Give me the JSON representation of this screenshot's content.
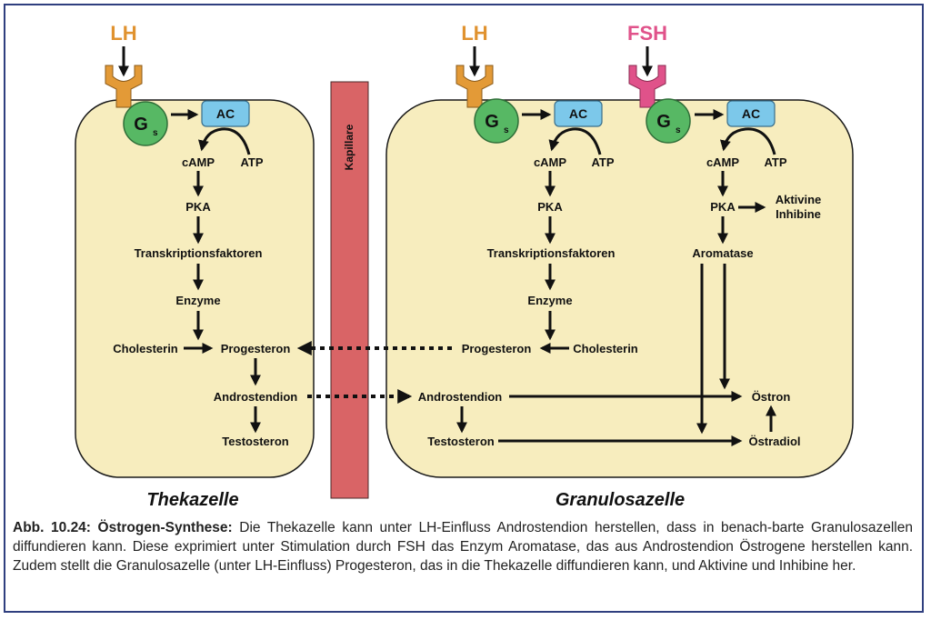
{
  "colors": {
    "cell_fill": "#f7edbe",
    "cell_stroke": "#1a1a1a",
    "lh": "#e0922f",
    "fsh": "#e0528a",
    "lh_receptor": "#e39a37",
    "fsh_receptor": "#e0528a",
    "gs": "#57b864",
    "ac": "#7cc8ea",
    "capillary": "#d96466",
    "border": "#2f3f7f"
  },
  "hormones": {
    "lh": "LH",
    "fsh": "FSH"
  },
  "gs": {
    "main": "G",
    "sub": "s"
  },
  "ac": "AC",
  "capillary": "Kapillare",
  "theca": {
    "name": "Thekazelle",
    "camp": "cAMP",
    "atp": "ATP",
    "pka": "PKA",
    "transcription": "Transkriptionsfaktoren",
    "enzyme": "Enzyme",
    "cholesterin": "Cholesterin",
    "progesteron": "Progesteron",
    "androstendion": "Androstendion",
    "testosteron": "Testosteron"
  },
  "granulosa": {
    "name": "Granulosazelle",
    "lh_path": {
      "camp": "cAMP",
      "atp": "ATP",
      "pka": "PKA",
      "transcription": "Transkriptionsfaktoren",
      "enzyme": "Enzyme",
      "progesteron": "Progesteron",
      "cholesterin": "Cholesterin"
    },
    "fsh_path": {
      "camp": "cAMP",
      "atp": "ATP",
      "pka": "PKA",
      "aktivine": "Aktivine",
      "inhibine": "Inhibine",
      "aromatase": "Aromatase"
    },
    "androstendion": "Androstendion",
    "testosteron": "Testosteron",
    "oestron": "Östron",
    "oestradiol": "Östradiol"
  },
  "caption": {
    "label": "Abb. 10.24: Östrogen-Synthese:",
    "text": " Die Thekazelle kann unter LH-Einfluss Androstendion herstellen, dass in benach-barte Granulosazellen diffundieren kann. Diese exprimiert unter Stimulation durch FSH das Enzym Aromatase, das aus Androstendion Östrogene herstellen kann. Zudem stellt die Granulosazelle (unter LH-Einfluss) Progesteron, das in die Thekazelle diffundieren kann, und Aktivine und Inhibine her."
  }
}
